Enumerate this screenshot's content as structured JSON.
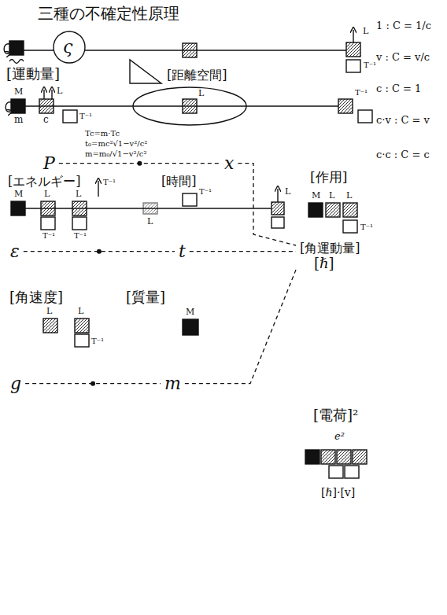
{
  "diagram": {
    "title": "三種の不確定性原理",
    "nodes": [
      {
        "text": [
          "P"
        ]
      },
      {
        "text": [
          "x"
        ]
      },
      {
        "text": [
          "ε"
        ]
      },
      {
        "text": [
          "t"
        ]
      },
      {
        "text": [
          "[角運動量]",
          "[ℏ]"
        ]
      },
      {
        "text": [
          "g"
        ]
      },
      {
        "text": [
          "m"
        ]
      }
    ],
    "edges": [
      {
        "from": 0,
        "to": 1,
        "arrow": "none"
      },
      {
        "from": 2,
        "to": 3,
        "arrow": "none"
      },
      {
        "from": 5,
        "to": 6,
        "arrow": "none"
      },
      {
        "from": 1,
        "to": 4,
        "arrow": "none"
      },
      {
        "from": 3,
        "to": 4,
        "arrow": "none"
      },
      {
        "from": 6,
        "to": 4,
        "arrow": "none"
      }
    ],
    "labels": [
      "ς",
      "L",
      "T⁻¹",
      "[運動量]",
      "[距離空間]",
      "M",
      "m",
      "L",
      "c",
      "T⁻¹",
      "L",
      "T⁻¹",
      "Tc=m·Tc",
      "t₀=mc²√1−v²/c²",
      "m=m₀/√1−v²/c²",
      "[エネルギー]",
      "T⁻¹",
      "M",
      "L",
      "L",
      "T⁻¹",
      "T⁻¹",
      "[時間]",
      "T⁻¹",
      "L",
      "L",
      "[作用]",
      "M",
      "L",
      "L",
      "T⁻¹",
      "[角速度]",
      "L",
      "L",
      "T⁻¹",
      "[質量]",
      "M",
      "[電荷]²",
      "e²",
      "[ℏ]·[v]",
      "1 : C = 1/c",
      "v : C = v/c",
      "c : C = 1",
      "c·v : C = v",
      "c·c : C = c"
    ]
  }
}
